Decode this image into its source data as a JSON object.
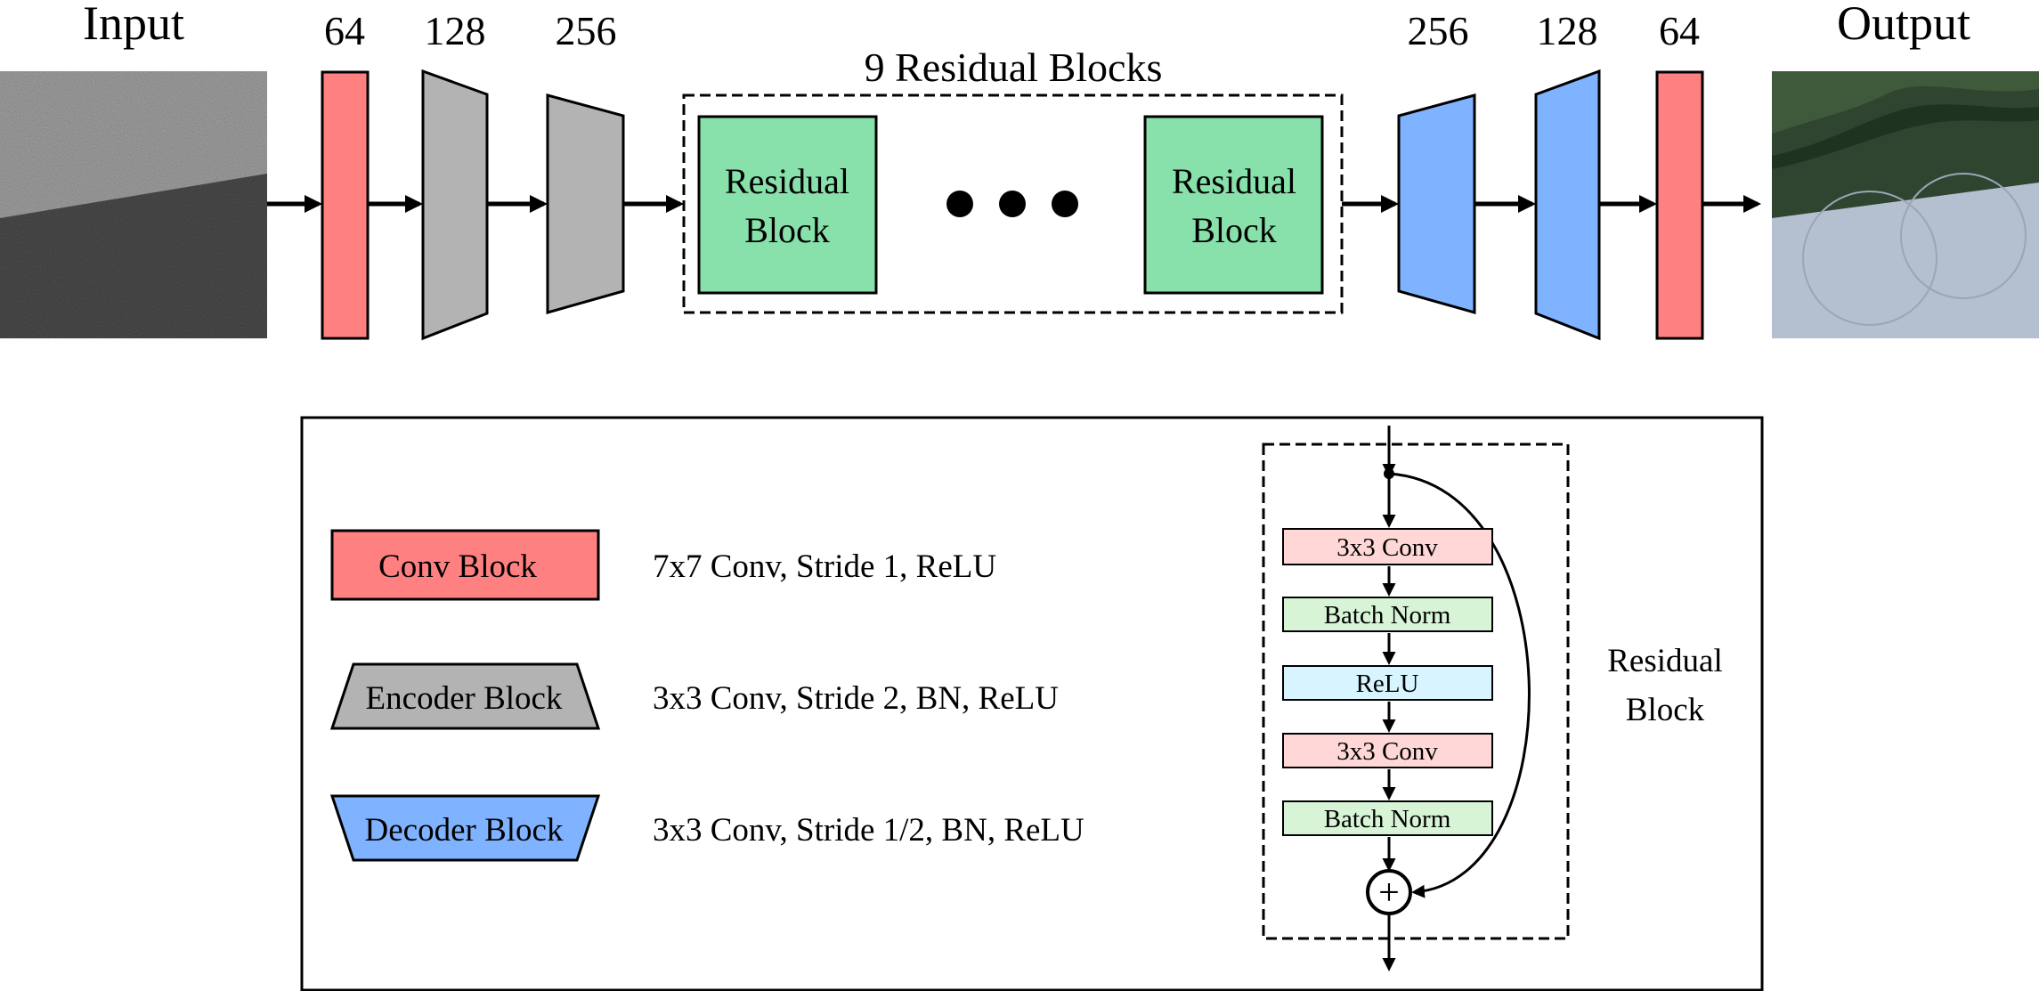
{
  "colors": {
    "conv_block": "#ff8080",
    "encoder_block": "#b3b3b3",
    "decoder_block": "#80b3ff",
    "residual_block": "#88e0aa",
    "res_conv": "#ffd7d7",
    "res_batchnorm": "#d7f4d7",
    "res_relu": "#d7f4ff"
  },
  "pipeline": {
    "input_label": "Input",
    "output_label": "Output",
    "channels": [
      "64",
      "128",
      "256",
      "256",
      "128",
      "64"
    ],
    "residual_group_label": "9 Residual Blocks",
    "residual_block_line1": "Residual",
    "residual_block_line2": "Block"
  },
  "legend": {
    "items": [
      {
        "name": "Conv Block",
        "desc": "7x7 Conv, Stride 1, ReLU",
        "icon": "rectangle"
      },
      {
        "name": "Encoder Block",
        "desc": "3x3 Conv, Stride 2, BN, ReLU",
        "icon": "trapezoid-narrowing"
      },
      {
        "name": "Decoder Block",
        "desc": "3x3 Conv, Stride 1/2, BN, ReLU",
        "icon": "trapezoid-widening"
      }
    ],
    "residual_detail": {
      "layers": [
        "3x3 Conv",
        "Batch Norm",
        "ReLU",
        "3x3 Conv",
        "Batch Norm"
      ],
      "add_symbol": "+",
      "caption_line1": "Residual",
      "caption_line2": "Block"
    }
  }
}
